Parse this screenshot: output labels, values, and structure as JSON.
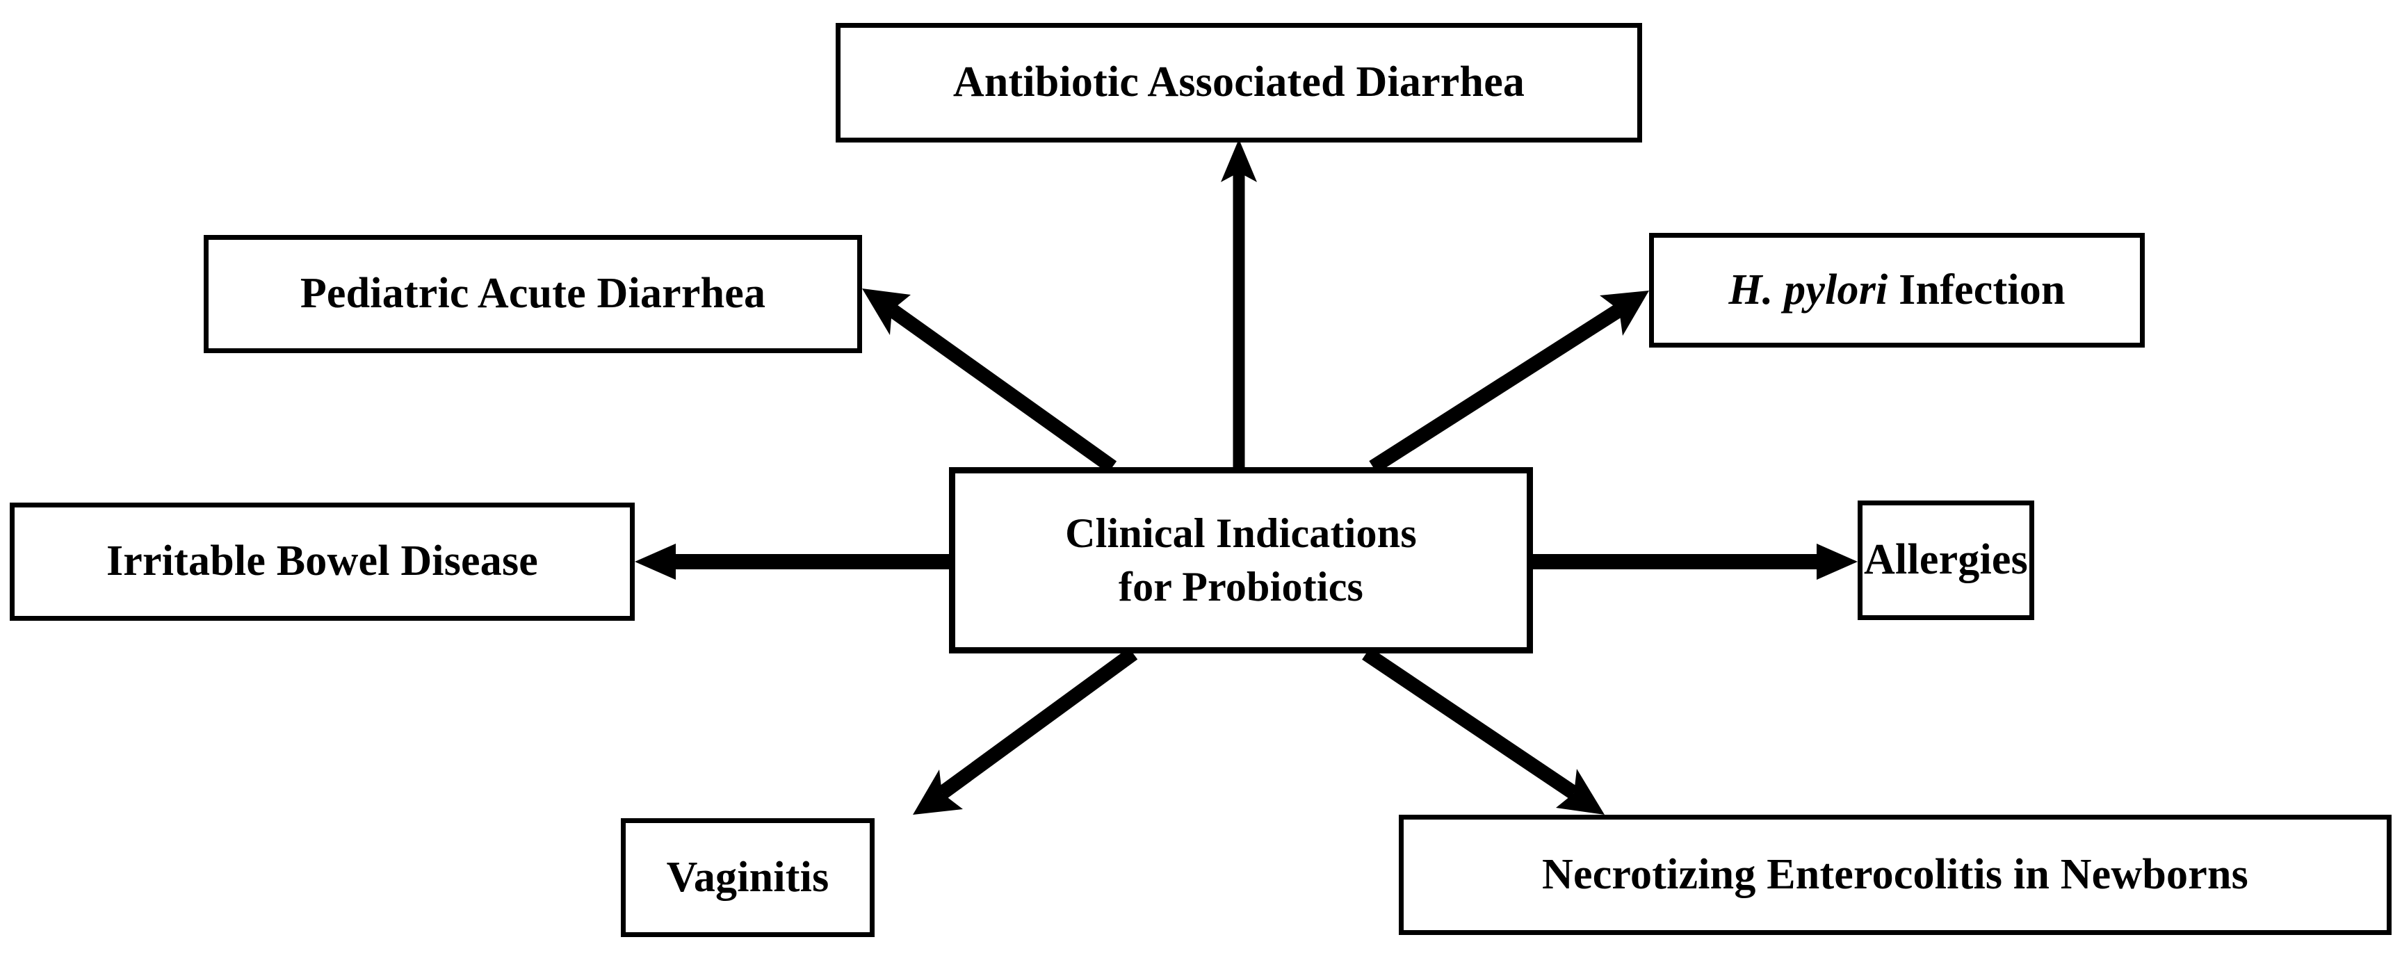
{
  "diagram": {
    "title": "Clinical Indications for Probiotics",
    "type": "hub-and-spoke",
    "stroke_color": "#000000",
    "fill_color": "#ffffff",
    "center": {
      "label": "Clinical Indications\nfor Probiotics",
      "line1": "Clinical Indications",
      "line2": "for Probiotics"
    },
    "nodes": [
      {
        "id": "antibiotic-associated-diarrhea",
        "label": "Antibiotic Associated Diarrhea",
        "position": "top"
      },
      {
        "id": "pediatric-acute-diarrhea",
        "label": "Pediatric Acute Diarrhea",
        "position": "upper-left"
      },
      {
        "id": "h-pylori-infection",
        "label_italic": "H. pylori",
        "label_roman": " Infection",
        "label": "H. pylori Infection",
        "position": "upper-right"
      },
      {
        "id": "irritable-bowel-disease",
        "label": "Irritable Bowel Disease",
        "position": "left"
      },
      {
        "id": "allergies",
        "label": "Allergies",
        "position": "right"
      },
      {
        "id": "vaginitis",
        "label": "Vaginitis",
        "position": "lower-left"
      },
      {
        "id": "necrotizing-enterocolitis-in-newborns",
        "label": "Necrotizing Enterocolitis in Newborns",
        "position": "lower-right"
      }
    ],
    "connectors": [
      {
        "id": "connector-to-antibiotic-associated-diarrhea",
        "from": "center",
        "to": "antibiotic-associated-diarrhea",
        "direction": "up"
      },
      {
        "id": "connector-to-pediatric-acute-diarrhea",
        "from": "center",
        "to": "pediatric-acute-diarrhea",
        "direction": "up-left"
      },
      {
        "id": "connector-to-h-pylori-infection",
        "from": "center",
        "to": "h-pylori-infection",
        "direction": "up-right"
      },
      {
        "id": "connector-to-irritable-bowel-disease",
        "from": "center",
        "to": "irritable-bowel-disease",
        "direction": "left"
      },
      {
        "id": "connector-to-allergies",
        "from": "center",
        "to": "allergies",
        "direction": "right"
      },
      {
        "id": "connector-to-vaginitis",
        "from": "center",
        "to": "vaginitis",
        "direction": "down-left"
      },
      {
        "id": "connector-to-necrotizing-enterocolitis",
        "from": "center",
        "to": "necrotizing-enterocolitis-in-newborns",
        "direction": "down-right"
      }
    ]
  }
}
